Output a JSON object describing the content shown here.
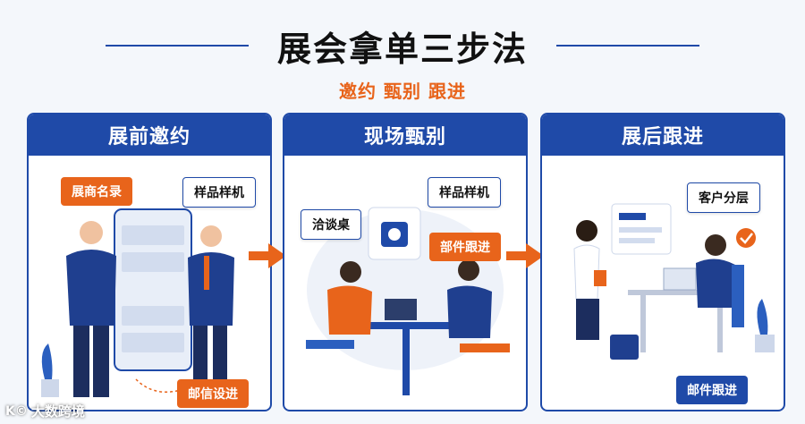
{
  "header": {
    "title": "展会拿单三步法",
    "subtitle": "邀约 甄别 跟进"
  },
  "panels": [
    {
      "title": "展前邀约",
      "bubbles": [
        "展商名录",
        "样品样机",
        "邮信设进"
      ]
    },
    {
      "title": "现场甄别",
      "bubbles": [
        "洽谈桌",
        "样品样机",
        "部件跟进"
      ]
    },
    {
      "title": "展后跟进",
      "bubbles": [
        "客户分层",
        "邮件跟进"
      ]
    }
  ],
  "watermark": {
    "logo": "K©",
    "text": "大数跨境"
  },
  "colors": {
    "brand_blue": "#1f4aa8",
    "accent_orange": "#e8641b"
  }
}
